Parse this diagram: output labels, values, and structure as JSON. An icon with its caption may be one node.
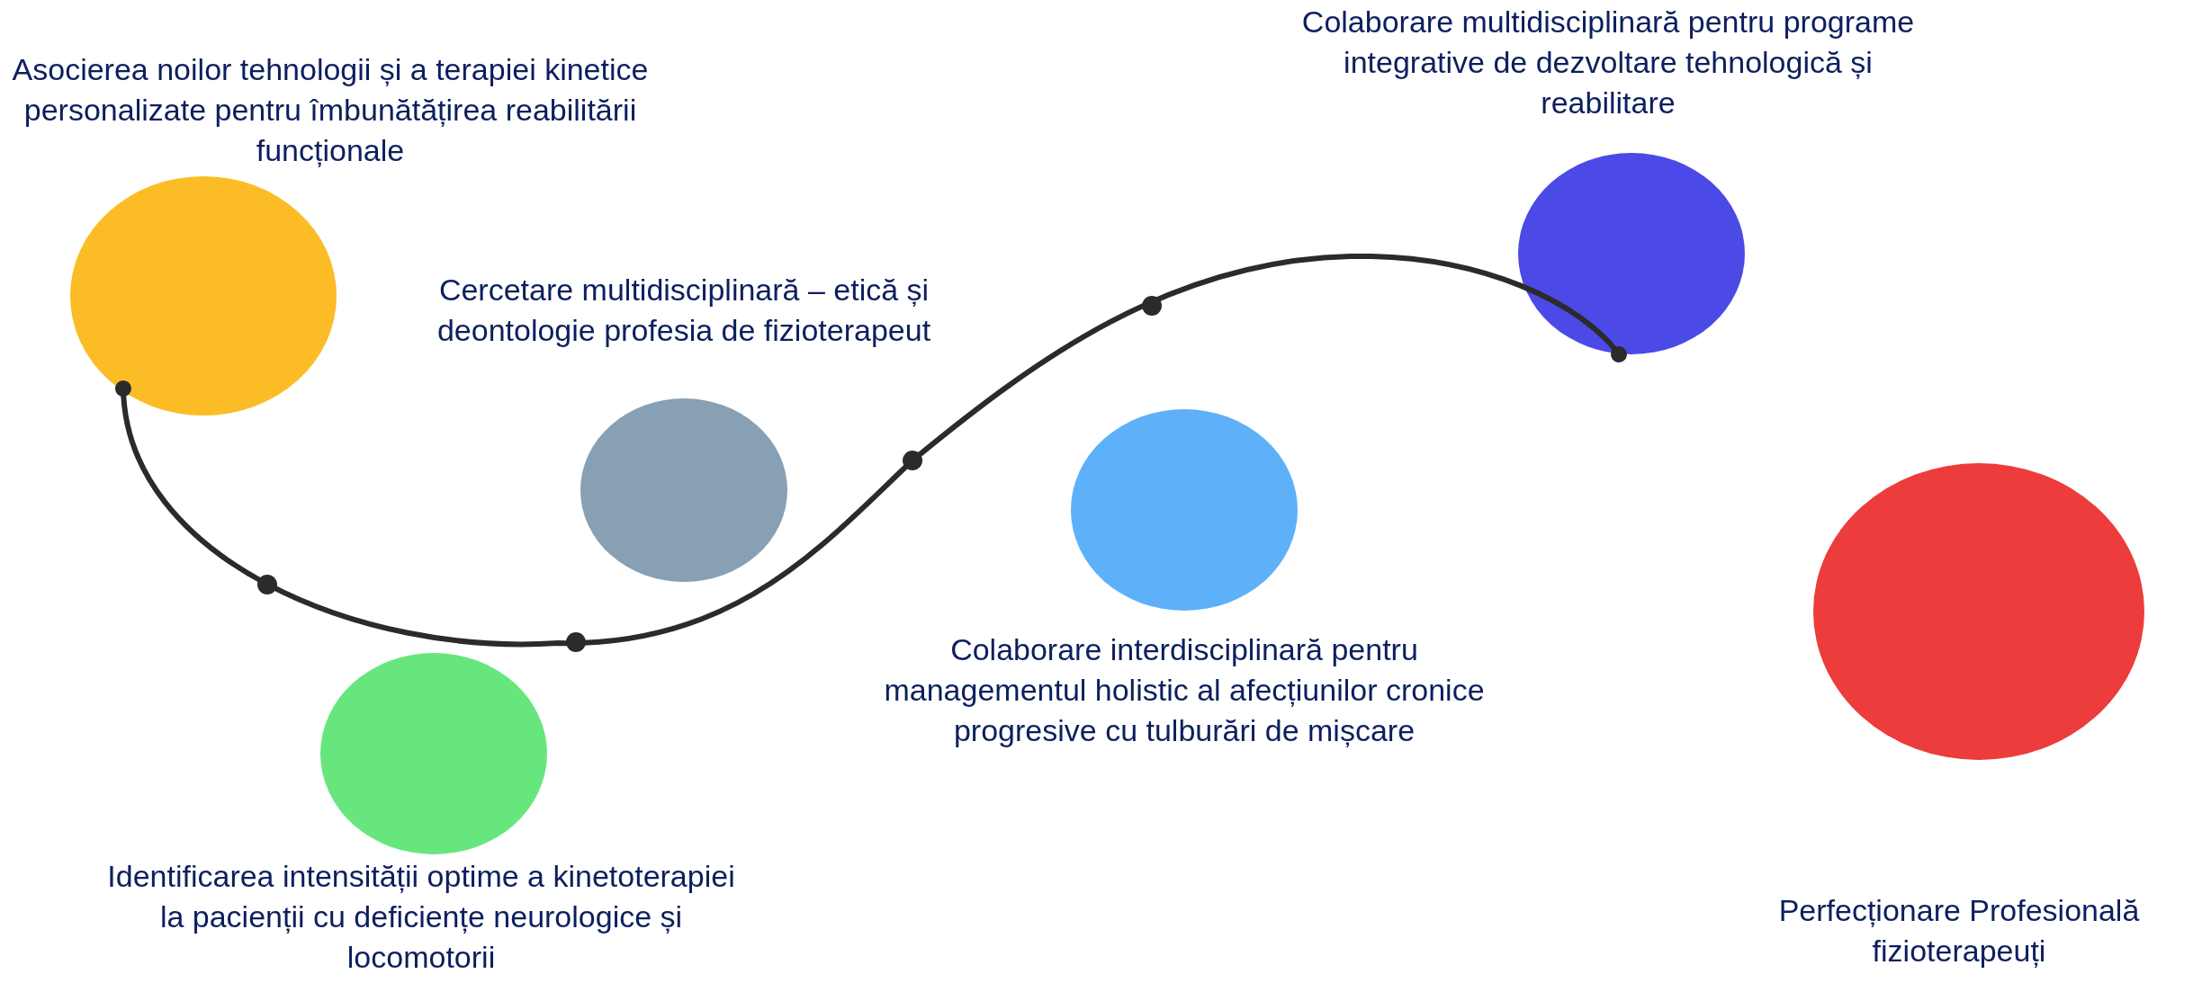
{
  "diagram": {
    "nodes": [
      {
        "text": [
          "Asocierea noilor tehnologii și a terapiei kinetice personalizate pentru îmbunătățirea reabilitării funcționale"
        ]
      },
      {
        "text": [
          "Identificarea intensității optime a kinetoterapiei la pacienții cu deficiențe neurologice și locomotorii"
        ]
      },
      {
        "text": [
          "Cercetare multidisciplinară – etică și deontologie profesia de fizioterapeut"
        ]
      },
      {
        "text": [
          "Colaborare interdisciplinară pentru managementul holistic al afecțiunilor cronice progresive cu tulburări de mișcare"
        ]
      },
      {
        "text": [
          "Colaborare multidisciplinară pentru programe integrative de dezvoltare tehnologică și reabilitare"
        ]
      },
      {
        "text": [
          "Perfecționare Profesională fizioterapeuți"
        ]
      }
    ],
    "edges": [
      {
        "from": 0,
        "to": 4,
        "arrow": "other"
      }
    ]
  }
}
